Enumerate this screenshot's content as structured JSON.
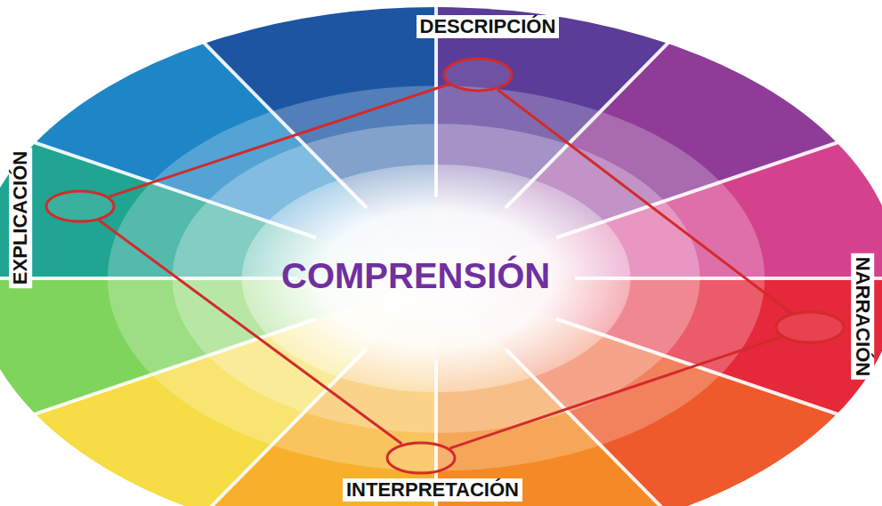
{
  "diagram": {
    "nodes": [
      {
        "text": [
          "DESCRIPCIÓN"
        ]
      },
      {
        "text": [
          "EXPLICACIÓN"
        ]
      },
      {
        "text": [
          "NARRACIÓN"
        ]
      },
      {
        "text": [
          "INTERPRETACIÓN"
        ]
      }
    ],
    "edges": [
      {
        "from": 0,
        "to": 2,
        "arrow": "none"
      },
      {
        "from": 2,
        "to": 3,
        "arrow": "none"
      },
      {
        "from": 3,
        "to": 1,
        "arrow": "none"
      },
      {
        "from": 1,
        "to": 0,
        "arrow": "none"
      }
    ],
    "labels": [
      "COMPRENSIÓN"
    ]
  }
}
